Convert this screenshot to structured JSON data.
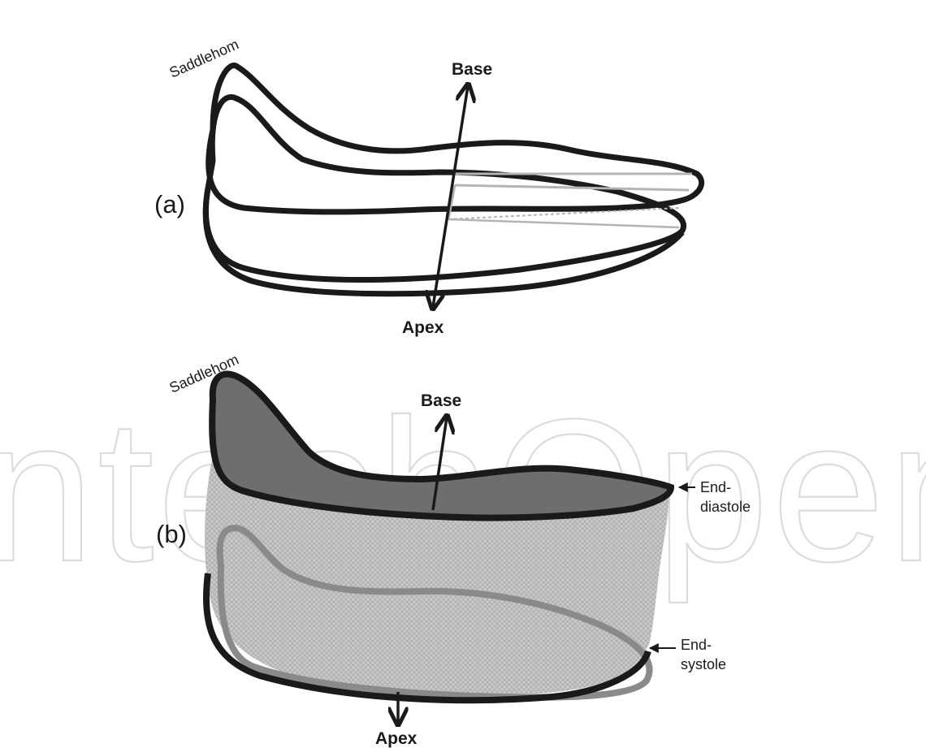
{
  "watermark": {
    "text": "IntechOpen"
  },
  "panel_a": {
    "label": "(a)",
    "saddlehorn": "Saddlehom",
    "base": "Base",
    "apex": "Apex"
  },
  "panel_b": {
    "label": "(b)",
    "saddlehorn": "Saddlehom",
    "base": "Base",
    "apex": "Apex",
    "end_diastole_line1": "End-",
    "end_diastole_line2": "diastole",
    "end_systole_line1": "End-",
    "end_systole_line2": "systole"
  },
  "colors": {
    "outline": "#1a1a1a",
    "fill_dark": "#6e6e6e",
    "fill_mesh": "#c9c9c9",
    "systole_ring": "#8a8a8a",
    "chord_grey": "#b4b4b4"
  }
}
